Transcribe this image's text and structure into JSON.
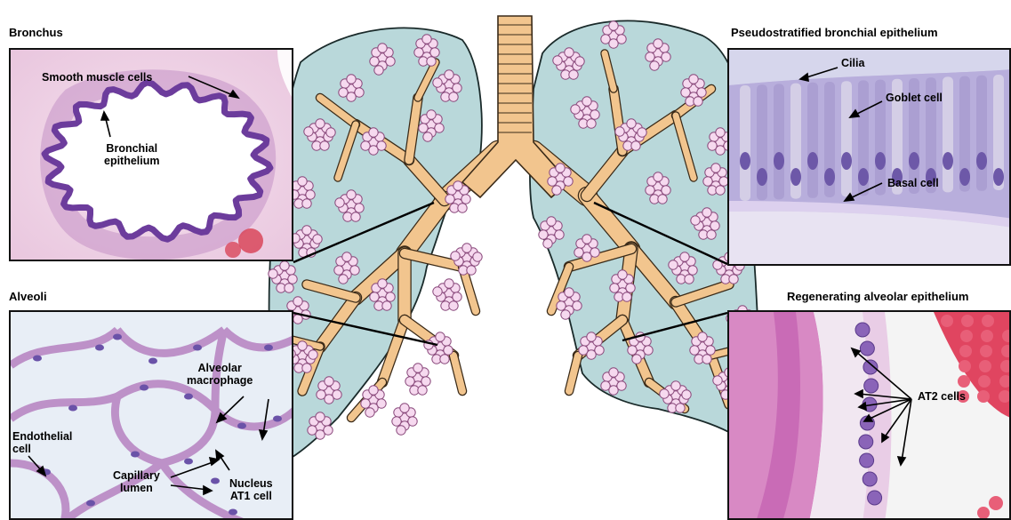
{
  "panels": {
    "bronchus": {
      "title": "Bronchus",
      "smooth_muscle": "Smooth muscle cells",
      "epithelium": "Bronchial\nepithelium"
    },
    "alveoli": {
      "title": "Alveoli",
      "macrophage": "Alveolar\nmacrophage",
      "endothelial": "Endothelial\ncell",
      "capillary": "Capillary\nlumen",
      "nucleus": "Nucleus\nAT1 cell"
    },
    "pseudo": {
      "title": "Pseudostratified bronchial epithelium",
      "cilia": "Cilia",
      "goblet": "Goblet cell",
      "basal": "Basal cell"
    },
    "regen": {
      "title": "Regenerating alveolar epithelium",
      "at2": "AT2 cells"
    }
  },
  "colors": {
    "lung_fill": "#b9d8da",
    "airway": "#f2c58e",
    "alveolus": "#f6d9ef",
    "alveolus_edge": "#8a4a7c",
    "he_pink": "#e8b4d6",
    "he_purple": "#7d4fa8"
  }
}
